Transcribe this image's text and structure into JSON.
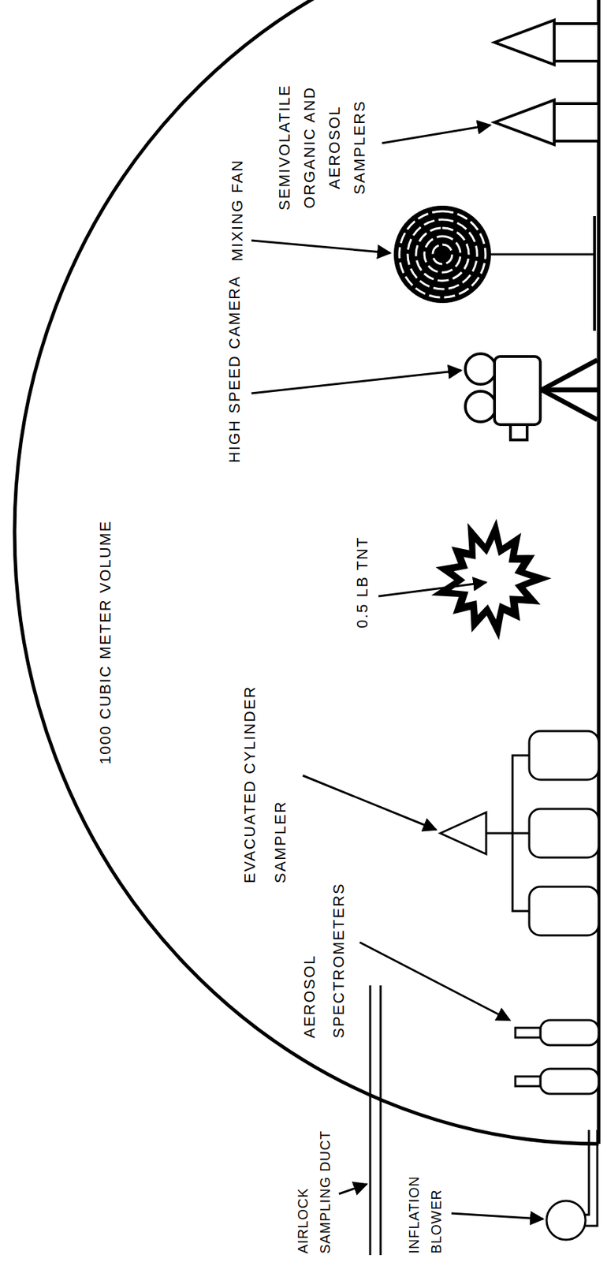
{
  "diagram": {
    "labels": [
      "1000 CUBIC METER VOLUME",
      "0.5 LB TNT",
      "HIGH SPEED CAMERA",
      "MIXING FAN",
      "SEMIVOLATILE ORGANIC AND AEROSOL SAMPLERS",
      "EVACUATED CYLINDER SAMPLER",
      "AEROSOL SPECTROMETERS",
      "AIRLOCK SAMPLING DUCT",
      "INFLATION BLOWER"
    ]
  }
}
